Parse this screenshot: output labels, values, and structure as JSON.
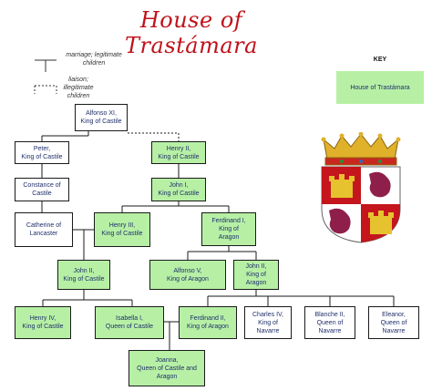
{
  "title": "House of Trastámara",
  "legend": {
    "marriage_label": "marriage;\nlegitimate children",
    "liaison_label": "liaison;\nillegitimate\nchildren"
  },
  "key": {
    "heading": "KEY",
    "item_label": "House of Trastámara",
    "item_color": "#b7f0a5"
  },
  "people": {
    "alfonso_xi": "Alfonso XI,\nKing of Castile",
    "peter": "Peter,\nKing of Castile",
    "henry_ii": "Henry II,\nKing of Castile",
    "constance": "Constance of\nCastile",
    "john_i_castile": "John I,\nKing of Castile",
    "catherine": "Catherine of\nLancaster",
    "henry_iii": "Henry III,\nKing of Castile",
    "ferdinand_i": "Ferdinand I,\nKing of\nAragon",
    "john_ii_castile": "John II,\nKing of Castile",
    "alfonso_v": "Alfonso V,\nKing of Aragon",
    "john_ii_aragon": "John II,\nKing of\nAragon",
    "henry_iv": "Henry IV,\nKing of Castile",
    "isabella_i": "Isabella I,\nQueen of Castile",
    "ferdinand_ii": "Ferdinand II,\nKing of Aragon",
    "charles_iv": "Charles IV,\nKing of\nNavarre",
    "blanche_ii": "Blanche II,\nQueen of\nNavarre",
    "eleanor": "Eleanor,\nQueen of\nNavarre",
    "joanna": "Joanna,\nQueen of Castile and\nAragon"
  }
}
